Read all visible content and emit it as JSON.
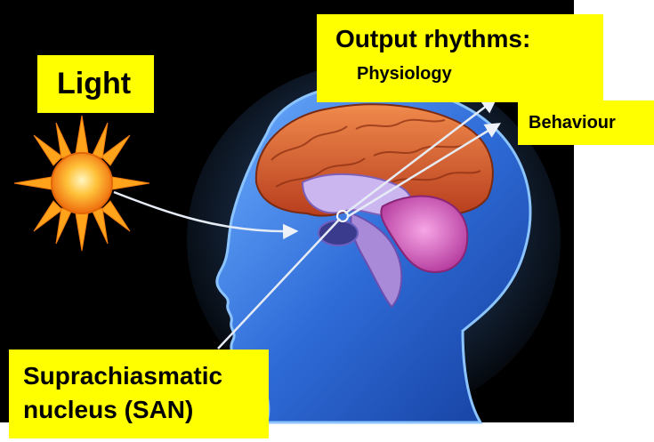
{
  "labels": {
    "light": "Light",
    "output_title": "Output rhythms:",
    "physiology": "Physiology",
    "behaviour": "Behaviour",
    "san_line1": "Suprachiasmatic",
    "san_line2": "nucleus (SAN)"
  },
  "colors": {
    "background": "#000000",
    "label_fill": "#ffff00",
    "head": "#3f7fe0",
    "sun": "#ffa41a",
    "cerebrum": "#d2572a",
    "cerebellum": "#d957b8",
    "brainstem": "#a889d8",
    "arrow": "#dfe6f0"
  },
  "icons": [
    "sun-icon",
    "head-silhouette",
    "brain-illustration"
  ]
}
